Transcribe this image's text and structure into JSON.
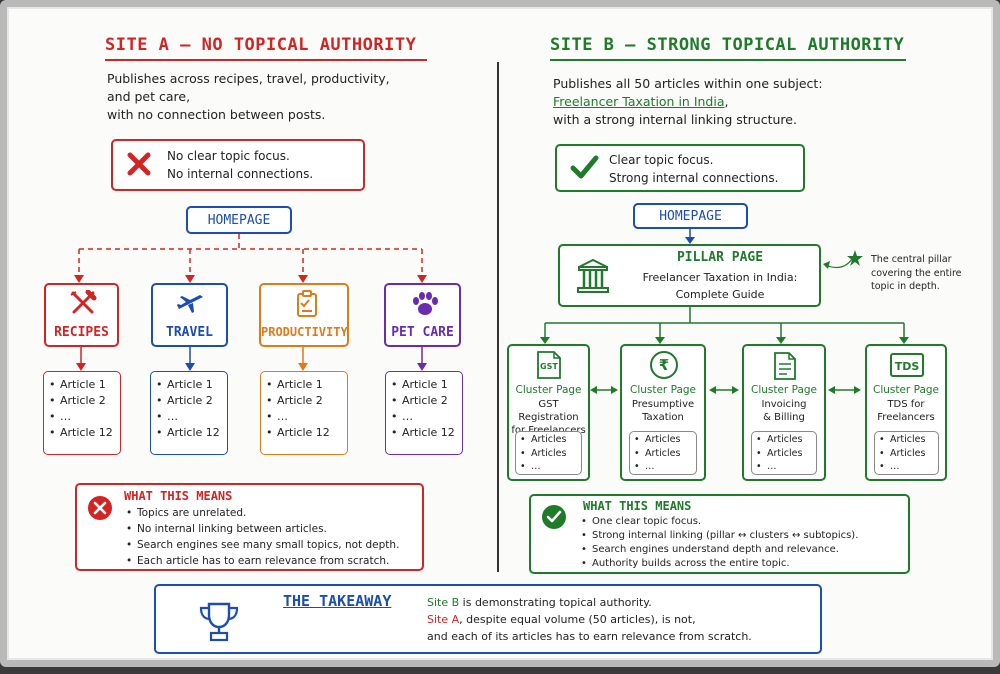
{
  "site_a": {
    "title": "SITE A – NO TOPICAL AUTHORITY",
    "desc_line1": "Publishes across recipes, travel, productivity,",
    "desc_line2": "and pet care,",
    "desc_line3": "with no connection between posts.",
    "x_line1": "No clear topic focus.",
    "x_line2": "No internal connections.",
    "homepage": "HOMEPAGE",
    "categories": [
      {
        "label": "RECIPES",
        "icon": "fork-knife-icon",
        "color": "#d32424",
        "articles": [
          "Article 1",
          "Article 2",
          "…",
          "Article 12"
        ]
      },
      {
        "label": "TRAVEL",
        "icon": "airplane-icon",
        "color": "#1c4db0",
        "articles": [
          "Article 1",
          "Article 2",
          "…",
          "Article 12"
        ]
      },
      {
        "label": "PRODUCTIVITY",
        "icon": "checklist-icon",
        "color": "#e27a1a",
        "articles": [
          "Article 1",
          "Article 2",
          "…",
          "Article 12"
        ]
      },
      {
        "label": "PET CARE",
        "icon": "paw-icon",
        "color": "#6a2bb0",
        "articles": [
          "Article 1",
          "Article 2",
          "…",
          "Article 12"
        ]
      }
    ],
    "means_title": "WHAT THIS MEANS",
    "means": [
      "Topics are unrelated.",
      "No internal linking between articles.",
      "Search engines see many small topics, not depth.",
      "Each article has to earn relevance from scratch."
    ]
  },
  "site_b": {
    "title": "SITE B – STRONG TOPICAL AUTHORITY",
    "desc_line1": "Publishes all 50 articles within one subject:",
    "desc_line2": "Freelancer Taxation in India",
    "desc_line2_suffix": ",",
    "desc_line3": "with a strong internal linking structure.",
    "check_line1": "Clear topic focus.",
    "check_line2": "Strong internal connections.",
    "homepage": "HOMEPAGE",
    "pillar_title": "PILLAR PAGE",
    "pillar_line1": "Freelancer Taxation in India:",
    "pillar_line2": "Complete Guide",
    "pillar_note_line1": "The central pillar",
    "pillar_note_line2": "covering the entire",
    "pillar_note_line3": "topic in depth.",
    "clusters": [
      {
        "heading": "Cluster Page",
        "line1": "GST Registration",
        "line2": "for Freelancers",
        "icon": "gst-document-icon",
        "icon_text": "GST",
        "articles": [
          "Articles",
          "Articles",
          "…"
        ]
      },
      {
        "heading": "Cluster Page",
        "line1": "Presumptive",
        "line2": "Taxation",
        "icon": "rupee-icon",
        "icon_text": "₹",
        "articles": [
          "Articles",
          "Articles",
          "…"
        ]
      },
      {
        "heading": "Cluster Page",
        "line1": "Invoicing",
        "line2": "& Billing",
        "icon": "invoice-document-icon",
        "icon_text": "",
        "articles": [
          "Articles",
          "Articles",
          "…"
        ]
      },
      {
        "heading": "Cluster Page",
        "line1": "TDS for",
        "line2": "Freelancers",
        "icon": "tds-icon",
        "icon_text": "TDS",
        "articles": [
          "Articles",
          "Articles",
          "…"
        ]
      }
    ],
    "means_title": "WHAT THIS MEANS",
    "means": [
      "One clear topic focus.",
      "Strong internal linking (pillar ↔ clusters ↔ subtopics).",
      "Search engines understand depth and relevance.",
      "Authority builds across the entire topic."
    ]
  },
  "takeaway": {
    "title": "THE TAKEAWAY",
    "line1_strong": "Site B",
    "line1_rest": " is demonstrating topical authority.",
    "line2_strong": "Site A",
    "line2_rest": ", despite equal volume (50 articles), is not,",
    "line3": "and each of its articles has to earn relevance from scratch."
  },
  "colors": {
    "red": "#d32424",
    "blue": "#1c4db0",
    "green": "#1f7a2a",
    "orange": "#e27a1a",
    "purple": "#6a2bb0"
  }
}
